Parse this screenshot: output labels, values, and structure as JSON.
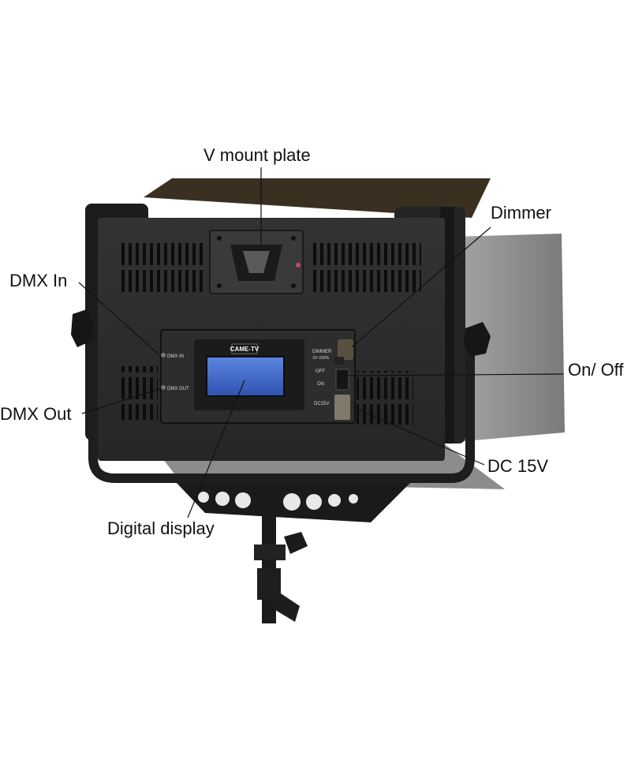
{
  "labels": {
    "v_mount_plate": "V mount plate",
    "dimmer": "Dimmer",
    "dmx_in": "DMX In",
    "on_off": "On/ Off",
    "dmx_out": "DMX Out",
    "dc_15v": "DC 15V",
    "digital_display": "Digital display"
  },
  "panel": {
    "logo": "CAME-TV",
    "dmx_in": "DMX IN",
    "dmx_out": "DMX OUT",
    "dimmer": "DIMMER",
    "dimmer_range": "10~100%",
    "off": "OFF",
    "on": "ON",
    "dc15v": "DC15V"
  },
  "colors": {
    "body": "#2b2b2b",
    "frame": "#1f1f1f",
    "barn_door_top": "#3a2f22",
    "barn_door_right": "#8a8a8a",
    "screen": "#3d64c8",
    "callout_line": "#111111"
  }
}
